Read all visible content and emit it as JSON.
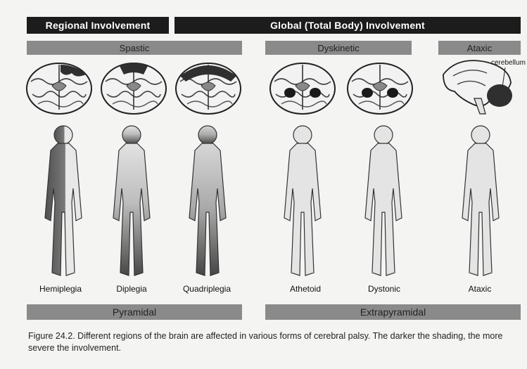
{
  "headers": {
    "regional": "Regional Involvement",
    "global": "Global (Total Body) Involvement"
  },
  "subtypes": {
    "spastic": "Spastic",
    "dyskinetic": "Dyskinetic",
    "ataxic": "Ataxic"
  },
  "brain_annotation": "cerebellum",
  "figures": [
    {
      "label": "Hemiplegia"
    },
    {
      "label": "Diplegia"
    },
    {
      "label": "Quadriplegia"
    },
    {
      "label": "Athetoid"
    },
    {
      "label": "Dystonic"
    },
    {
      "label": "Ataxic"
    }
  ],
  "footers": {
    "pyramidal": "Pyramidal",
    "extrapyramidal": "Extrapyramidal"
  },
  "caption": "Figure 24.2.   Different regions of the brain are affected in various forms of cerebral palsy. The darker the shading, the more severe the involvement.",
  "colors": {
    "header_bg": "#1c1c1c",
    "band_bg": "#8a8a8a",
    "body_fill": "#e2e2e2",
    "shade_dark": "#4a4a4a"
  }
}
